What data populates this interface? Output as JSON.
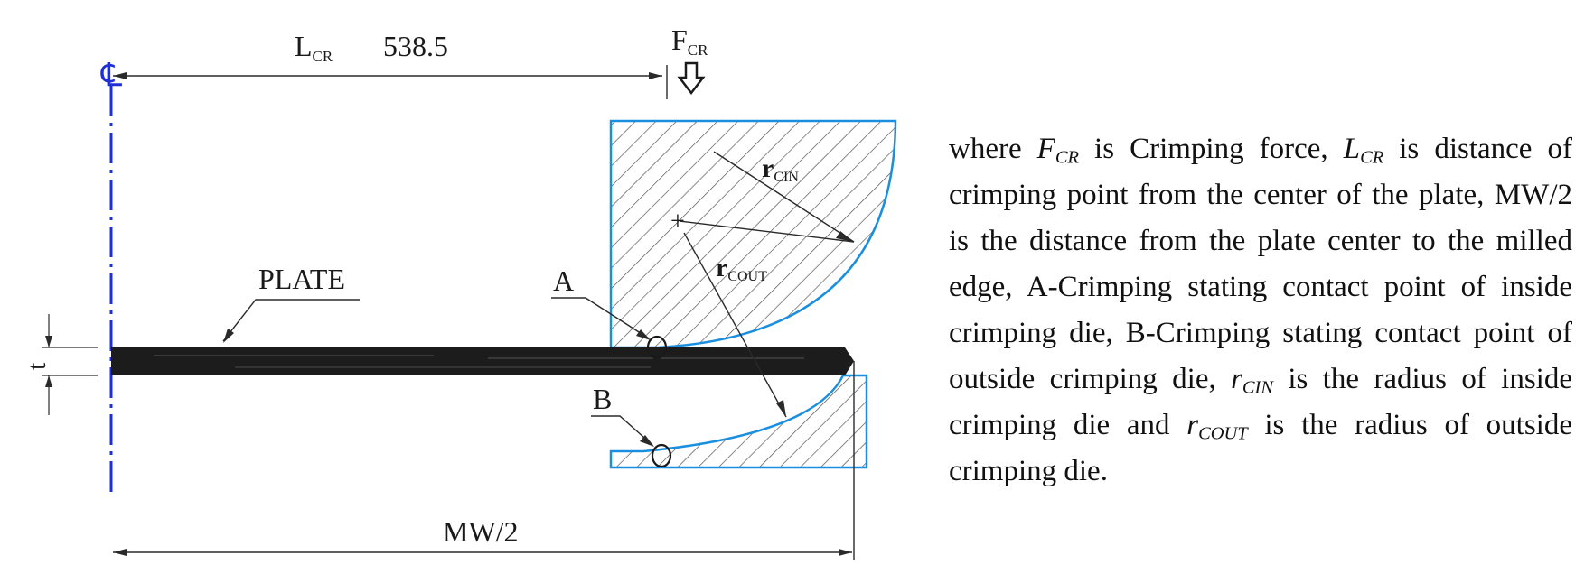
{
  "diagram": {
    "centerline_symbol": "℄",
    "crimping_length": {
      "symbol": "L",
      "subscript": "CR",
      "value": "538.5"
    },
    "crimping_force": {
      "symbol": "F",
      "subscript": "CR"
    },
    "inside_radius": {
      "symbol": "r",
      "subscript": "CIN"
    },
    "outside_radius": {
      "symbol": "r",
      "subscript": "COUT"
    },
    "plate_label": "PLATE",
    "point_a_label": "A",
    "point_b_label": "B",
    "thickness_label": "t",
    "half_width_label": "MW/2",
    "colors": {
      "centerline": "#1f2fd6",
      "die_outline": "#1a8fe0",
      "plate": "#1c1c1c",
      "line": "#2a2a2a"
    }
  },
  "caption": {
    "p1": "where ",
    "f_sym": "F",
    "f_sub": "CR",
    "p2": " is Crimping force, ",
    "l_sym": "L",
    "l_sub": "CR",
    "p3": " is distance of crimping point from the center of the plate, MW/2 is the distance from the plate center to the milled edge, A-Crimping stating contact point of inside crimping die, B-Crimping stating contact point of outside crimping die, ",
    "rin_sym": "r",
    "rin_sub": "CIN",
    "p4": " is the radius of inside crimping die and ",
    "rout_sym": "r",
    "rout_sub": "COUT",
    "p5": " is the radius of outside crimping die."
  }
}
